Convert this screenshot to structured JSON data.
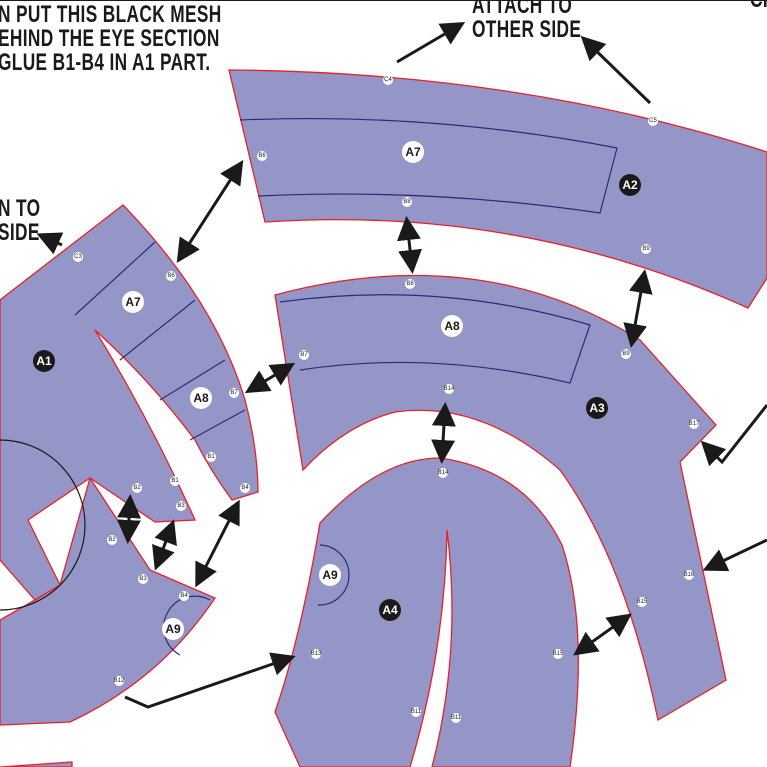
{
  "notes": {
    "top_left": [
      "N PUT THIS BLACK MESH",
      "EHIND THE EYE SECTION",
      "GLUE B1-B4 IN A1 PART."
    ],
    "top_center": [
      "ATTACH TO",
      "OTHER SIDE"
    ],
    "left": [
      "N TO",
      "SIDE"
    ],
    "top_right": "CH"
  },
  "parts": {
    "a7_top": "A7",
    "a2": "A2",
    "a8_mid": "A8",
    "a3": "A3",
    "a4": "A4",
    "a9_mid": "A9",
    "a1": "A1",
    "a7_left": "A7",
    "a8_left": "A8",
    "a9_left": "A9"
  },
  "tabs": {
    "c4": "C4",
    "c5": "C5",
    "b6_top": "B6",
    "b8_top": "B8",
    "b9": "B9",
    "c3": "C3",
    "b6_left": "B6",
    "b8_mid": "B8",
    "b7_mid": "B7",
    "b9_mid": "B9",
    "b14_top": "B14",
    "b17": "B17",
    "b7_left": "B7",
    "b1": "B1",
    "b1b": "B1",
    "b2": "B2",
    "b3": "B3",
    "b4": "B4",
    "b2b": "B2",
    "b3b": "B3",
    "b4b": "B4",
    "b14": "B14",
    "b16": "B16",
    "b15": "B15",
    "b15b": "B15",
    "b13": "B13",
    "b12": "B12",
    "b11": "B11",
    "b11b": "B11"
  },
  "colors": {
    "piece_fill": "#9596c8",
    "cut_line": "#e8202a",
    "fold_line": "#2b2a7a"
  }
}
